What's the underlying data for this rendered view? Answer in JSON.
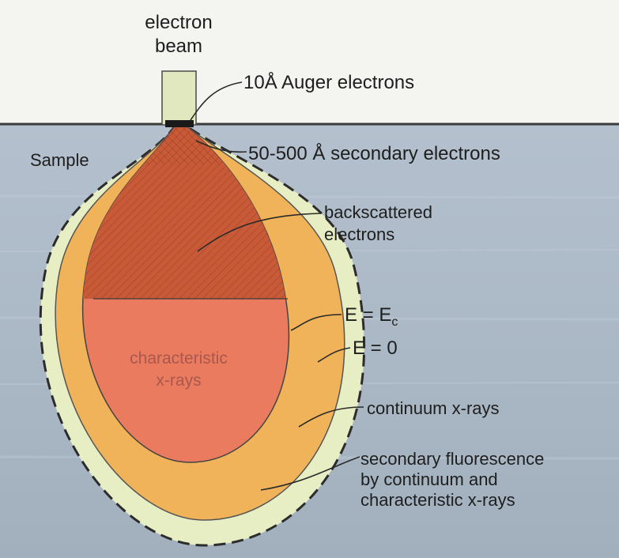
{
  "beam": {
    "line1": "electron",
    "line2": "beam"
  },
  "sample_label": "Sample",
  "labels": {
    "auger": "10Å Auger electrons",
    "secondary": "50-500 Å  secondary electrons",
    "backscattered_1": "backscattered",
    "backscattered_2": "electrons",
    "e_ec_prefix": "E = E",
    "e_ec_sub": "c",
    "e_zero": "E = 0",
    "continuum": "continuum x-rays",
    "fluor_1": "secondary fluorescence",
    "fluor_2": "by continuum and",
    "fluor_3": "characteristic x-rays",
    "char_1": "characteristic",
    "char_2": "x-rays"
  },
  "colors": {
    "sample_background": "#a9b6c4",
    "beam_fill": "#e1e8bf",
    "outer_zone": "#e7eec4",
    "continuum_zone": "#f0b35a",
    "characteristic_zone": "#ea7b5f",
    "backscatter_zone": "#c85a37",
    "outline": "#333333"
  }
}
